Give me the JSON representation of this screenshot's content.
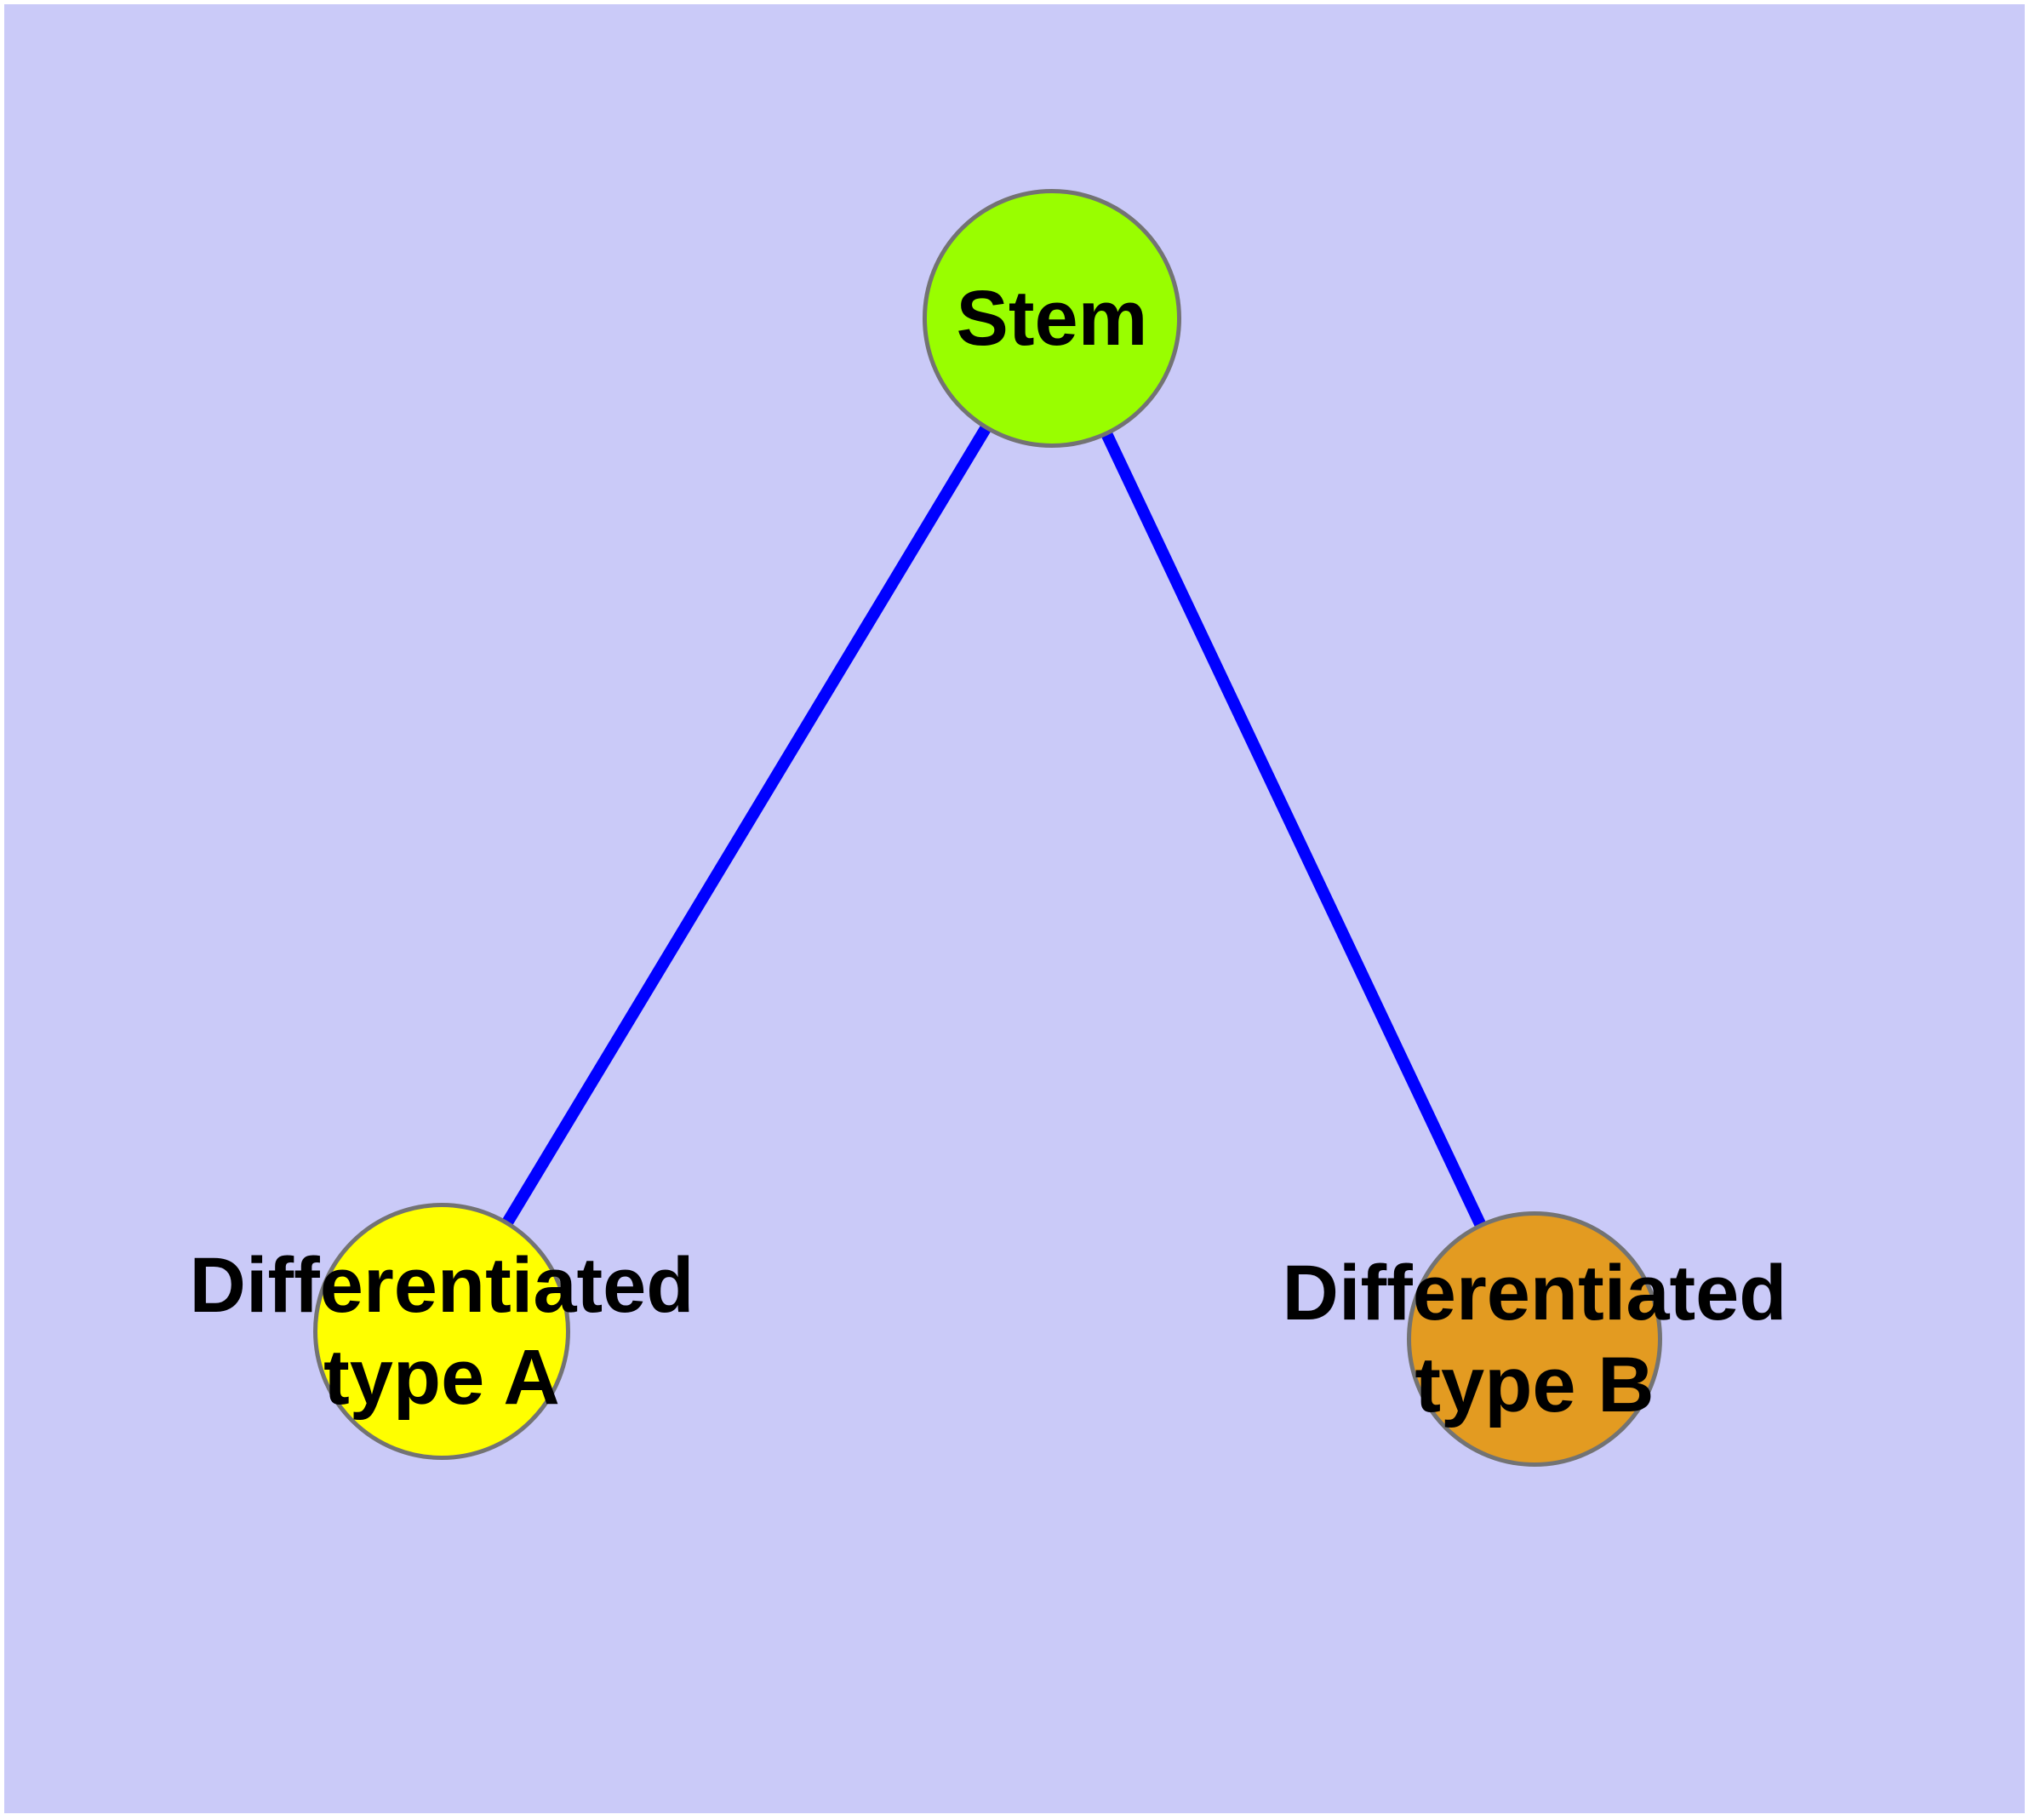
{
  "diagram": {
    "type": "node-link-graph",
    "background_color": "#CACAF8",
    "edge_color": "#0000FF",
    "node_border_color": "#737373",
    "nodes": [
      {
        "id": "stem",
        "label": "Stem",
        "fill_color": "#99FE00"
      },
      {
        "id": "type-a",
        "label": "Differentiated\ntype A",
        "fill_color": "#FFFF00"
      },
      {
        "id": "type-b",
        "label": "Differentiated\ntype B",
        "fill_color": "#E39B21"
      }
    ],
    "edges": [
      {
        "from": "stem",
        "to": "type-a"
      },
      {
        "from": "stem",
        "to": "type-b"
      }
    ]
  }
}
